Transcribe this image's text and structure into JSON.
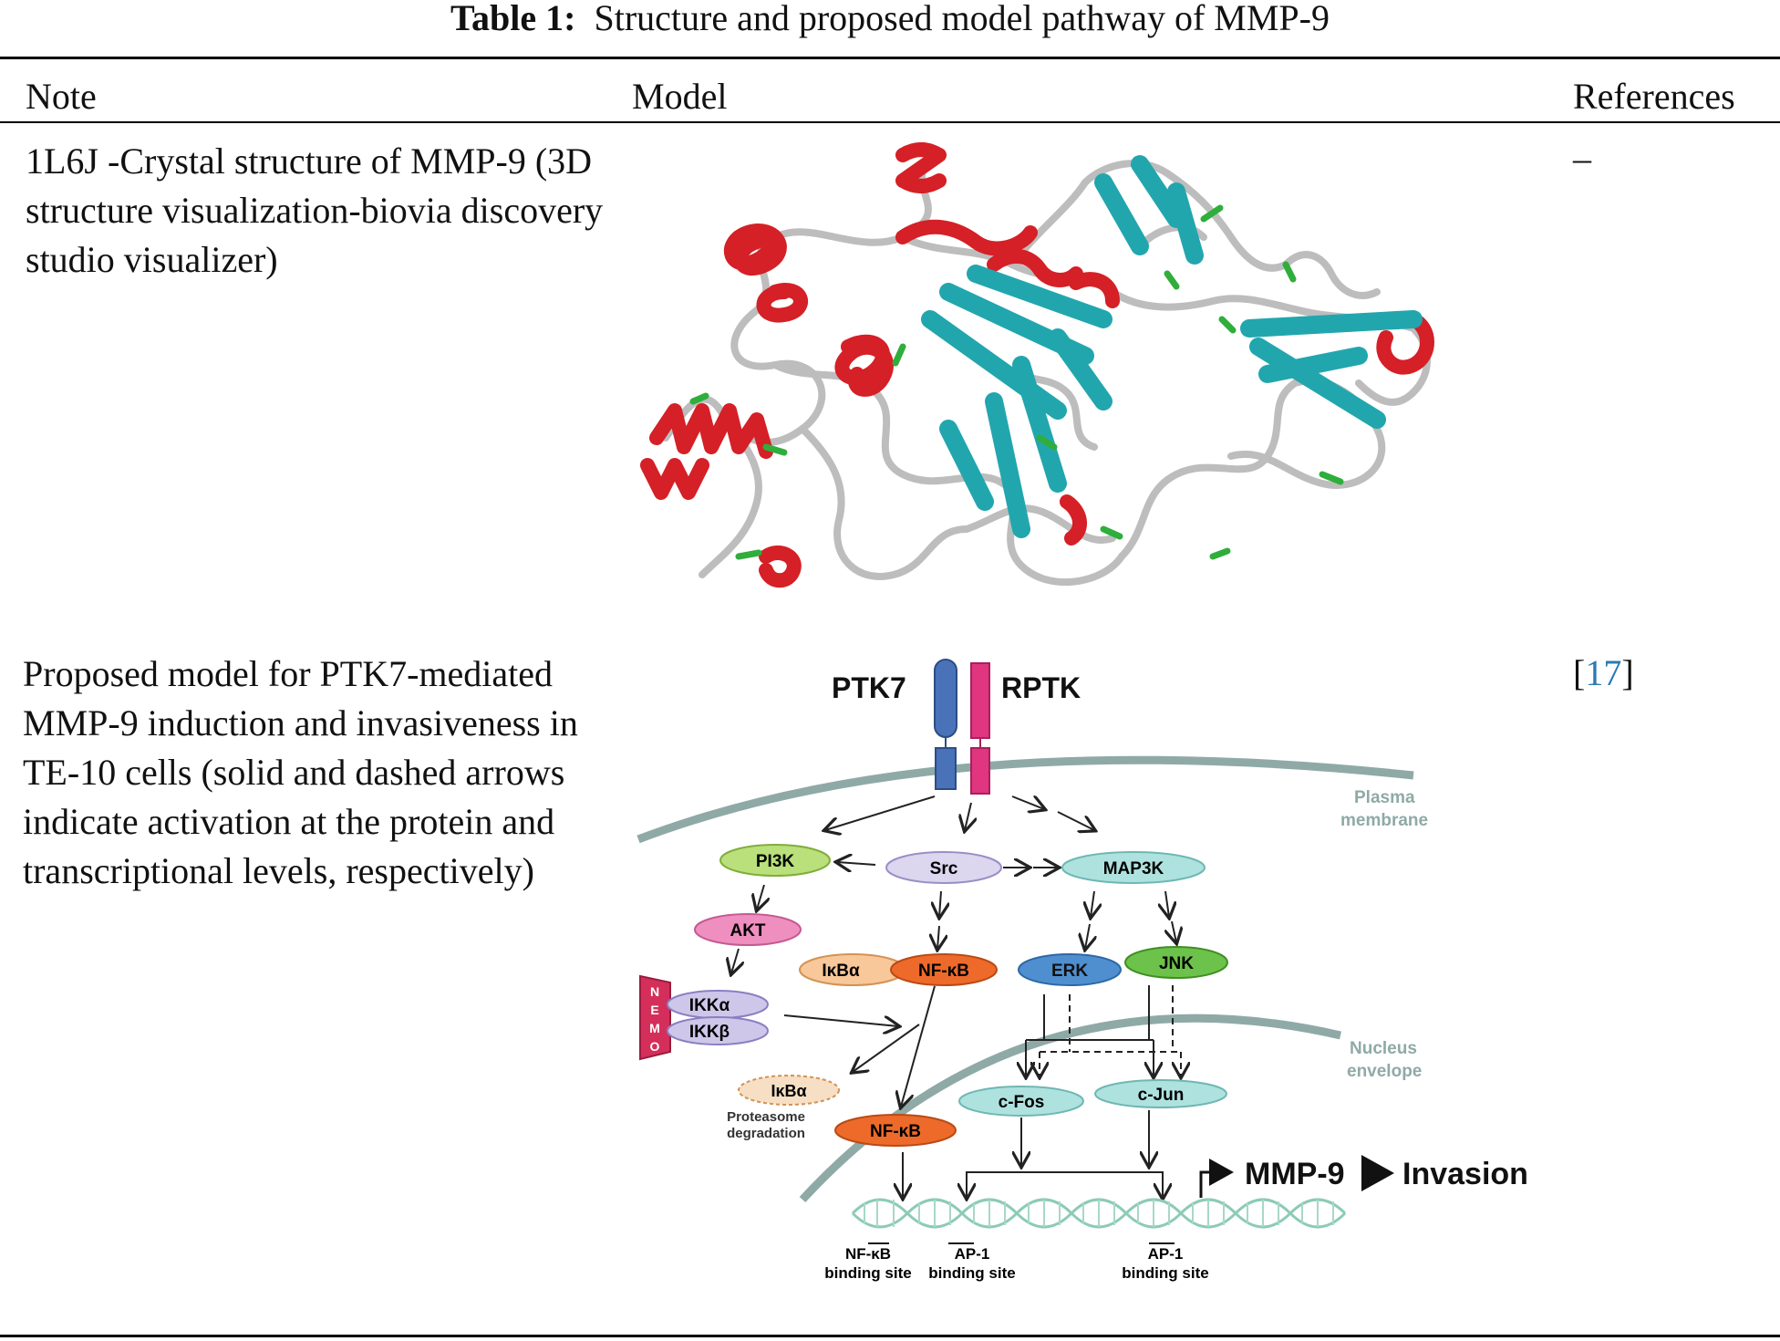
{
  "table": {
    "caption_label": "Table 1:",
    "caption_text": "Structure and proposed model pathway of MMP-9",
    "columns": [
      "Note",
      "Model",
      "References"
    ],
    "rows": [
      {
        "note": "1L6J -Crystal structure of MMP-9 (3D structure visualization-biovia discovery studio visualizer)",
        "reference": "–"
      },
      {
        "note": "Proposed model for PTK7-mediated MMP-9 induction and invasiveness in TE-10 cells (solid and dashed arrows indicate activation at the protein and transcriptional levels, respectively)",
        "reference_open": "[",
        "reference": "17",
        "reference_close": "]"
      }
    ]
  },
  "pathway": {
    "receptor_1": "PTK7",
    "receptor_2": "RPTK",
    "plasma_membrane_1": "Plasma",
    "plasma_membrane_2": "membrane",
    "nucleus_envelope_1": "Nucleus",
    "nucleus_envelope_2": "envelope",
    "pi3k": "PI3K",
    "src": "Src",
    "map3k": "MAP3K",
    "akt": "AKT",
    "ikba": "IκBα",
    "nfkb": "NF-κB",
    "erk": "ERK",
    "jnk": "JNK",
    "nemo": [
      "N",
      "E",
      "M",
      "O"
    ],
    "ikka": "IKKα",
    "ikkb": "IKKβ",
    "ikba_degraded": "IκBα",
    "proteasome_1": "Proteasome",
    "proteasome_2": "degradation",
    "nfkb_nuclear": "NF-κB",
    "cfos": "c-Fos",
    "cjun": "c-Jun",
    "mmp9": "MMP-9",
    "invasion": "Invasion",
    "nfkb_site_1": "NF-κB",
    "nfkb_site_2": "binding site",
    "ap1_site_a1": "AP-1",
    "ap1_site_a2": "binding site",
    "ap1_site_b1": "AP-1",
    "ap1_site_b2": "binding site"
  },
  "colors": {
    "helix": "#d42026",
    "sheet": "#22a6ae",
    "turn": "#2fae3c",
    "coil": "#bdbdbd",
    "ptk7": "#4a72b8",
    "rptk": "#e0357f",
    "membrane": "#8faaa6",
    "reference_link": "#2a7bb3"
  }
}
